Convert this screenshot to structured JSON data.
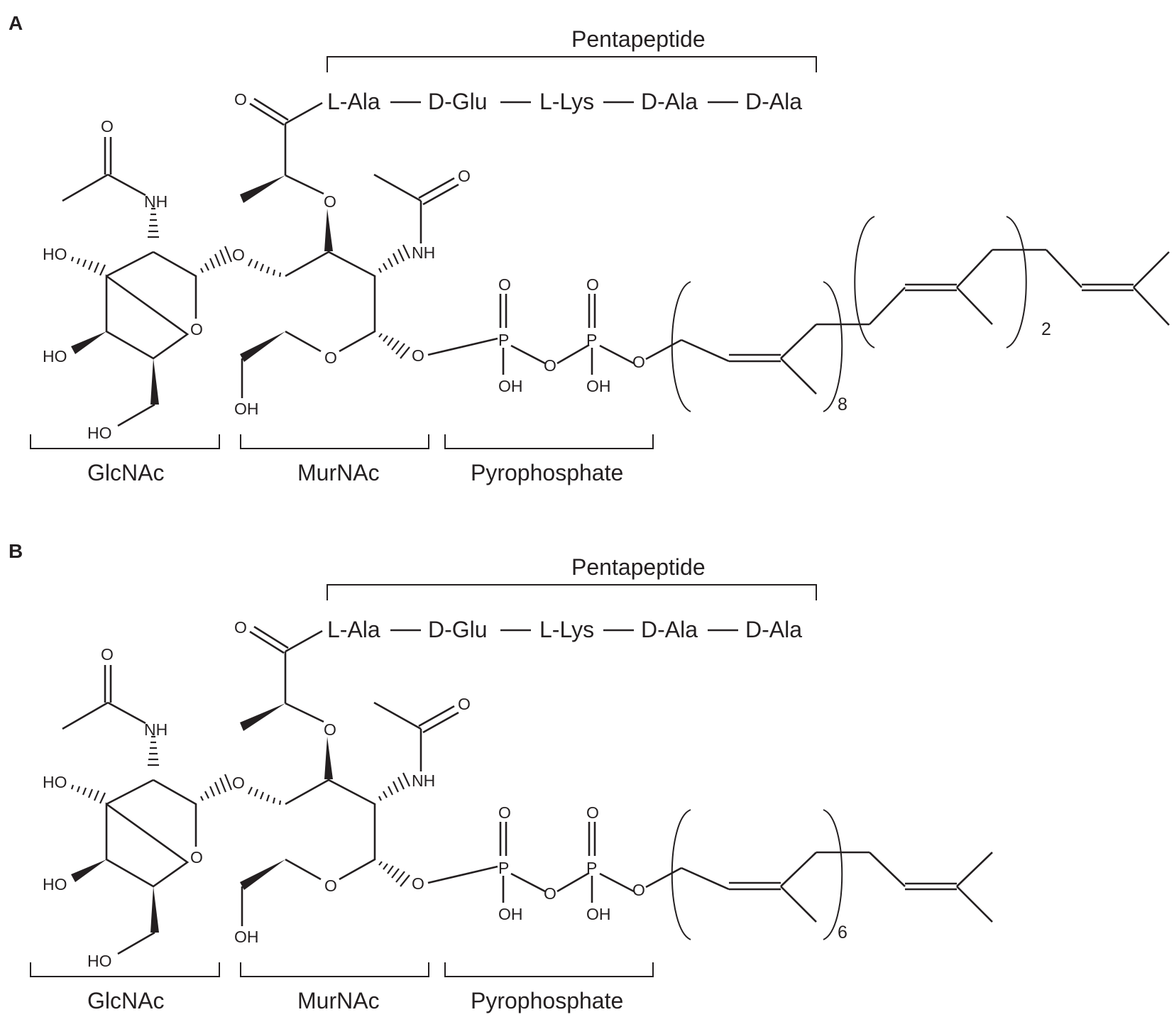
{
  "panels": [
    {
      "letter": "A",
      "group_labels": {
        "pentapeptide": "Pentapeptide",
        "glcnac": "GlcNAc",
        "murnac": "MurNAc",
        "pyrophosphate": "Pyrophosphate"
      },
      "peptide": [
        "L-Ala",
        "D-Glu",
        "L-Lys",
        "D-Ala",
        "D-Ala"
      ],
      "repeats": [
        "8",
        "2"
      ]
    },
    {
      "letter": "B",
      "group_labels": {
        "pentapeptide": "Pentapeptide",
        "glcnac": "GlcNAc",
        "murnac": "MurNAc",
        "pyrophosphate": "Pyrophosphate"
      },
      "peptide": [
        "L-Ala",
        "D-Glu",
        "L-Lys",
        "D-Ala",
        "D-Ala"
      ],
      "repeats": [
        "6"
      ]
    }
  ],
  "atoms": {
    "oxygen": "O",
    "nh": "NH",
    "ho": "HO",
    "oh": "OH",
    "phosphorus": "P"
  }
}
